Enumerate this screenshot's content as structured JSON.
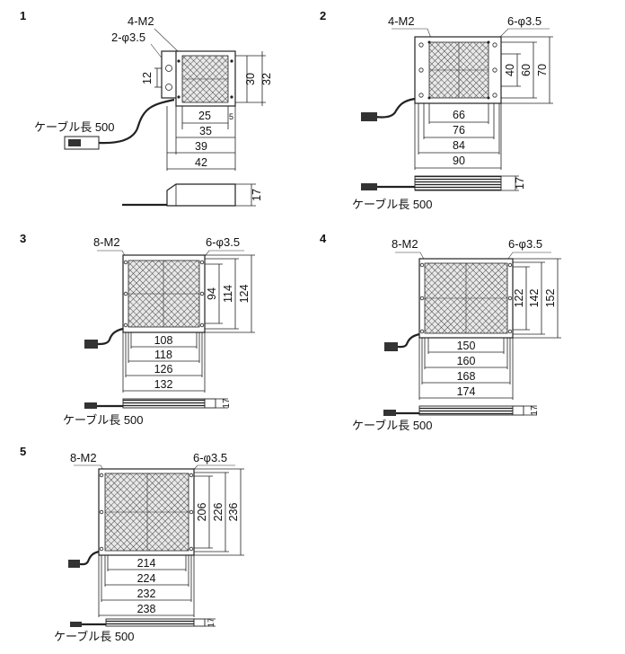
{
  "diagrams": [
    {
      "number": "1",
      "holes_thread": "4-M2",
      "holes_mount": "2-φ3.5",
      "cable_label": "ケーブル長 500",
      "width_dims": [
        "25",
        "35",
        "39",
        "42"
      ],
      "small_dim": "5",
      "side_dim": "12",
      "height_dims": [
        "30",
        "32"
      ],
      "thickness": "17"
    },
    {
      "number": "2",
      "holes_thread": "4-M2",
      "holes_mount": "6-φ3.5",
      "cable_label": "ケーブル長 500",
      "width_dims": [
        "66",
        "76",
        "84",
        "90"
      ],
      "height_dims": [
        "40",
        "60",
        "70"
      ],
      "thickness": "17"
    },
    {
      "number": "3",
      "holes_thread": "8-M2",
      "holes_mount": "6-φ3.5",
      "cable_label": "ケーブル長 500",
      "width_dims": [
        "108",
        "118",
        "126",
        "132"
      ],
      "height_dims": [
        "94",
        "114",
        "124"
      ],
      "thickness": "17"
    },
    {
      "number": "4",
      "holes_thread": "8-M2",
      "holes_mount": "6-φ3.5",
      "cable_label": "ケーブル長 500",
      "width_dims": [
        "150",
        "160",
        "168",
        "174"
      ],
      "height_dims": [
        "122",
        "142",
        "152"
      ],
      "thickness": "17"
    },
    {
      "number": "5",
      "holes_thread": "8-M2",
      "holes_mount": "6-φ3.5",
      "cable_label": "ケーブル長 500",
      "width_dims": [
        "214",
        "224",
        "232",
        "238"
      ],
      "height_dims": [
        "206",
        "226",
        "236"
      ],
      "thickness": "17"
    }
  ]
}
